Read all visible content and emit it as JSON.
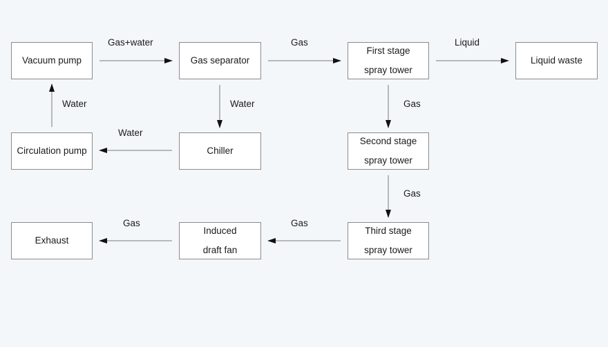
{
  "nodes": {
    "vacuum_pump": {
      "lines": [
        "Vacuum pump"
      ]
    },
    "gas_separator": {
      "lines": [
        "Gas separator"
      ]
    },
    "first_stage": {
      "lines": [
        "First stage",
        "spray tower"
      ]
    },
    "liquid_waste": {
      "lines": [
        "Liquid waste"
      ]
    },
    "circulation_pump": {
      "lines": [
        "Circulation pump"
      ]
    },
    "chiller": {
      "lines": [
        "Chiller"
      ]
    },
    "second_stage": {
      "lines": [
        "Second stage",
        "spray tower"
      ]
    },
    "exhaust": {
      "lines": [
        "Exhaust"
      ]
    },
    "induced_fan": {
      "lines": [
        "Induced",
        "draft fan"
      ]
    },
    "third_stage": {
      "lines": [
        "Third stage",
        "spray tower"
      ]
    }
  },
  "edges": {
    "vacuum_to_separator": "Gas+water",
    "separator_to_first": "Gas",
    "first_to_liquid": "Liquid",
    "circulation_to_vacuum": "Water",
    "separator_to_chiller": "Water",
    "chiller_to_circulation": "Water",
    "first_to_second": "Gas",
    "second_to_third": "Gas",
    "third_to_fan": "Gas",
    "fan_to_exhaust": "Gas"
  },
  "colors": {
    "background": "#f4f7fa",
    "box_border": "#8a8a8a",
    "arrow": "#7a7a7a",
    "arrow_head": "#111111",
    "text": "#1a1a1a"
  }
}
